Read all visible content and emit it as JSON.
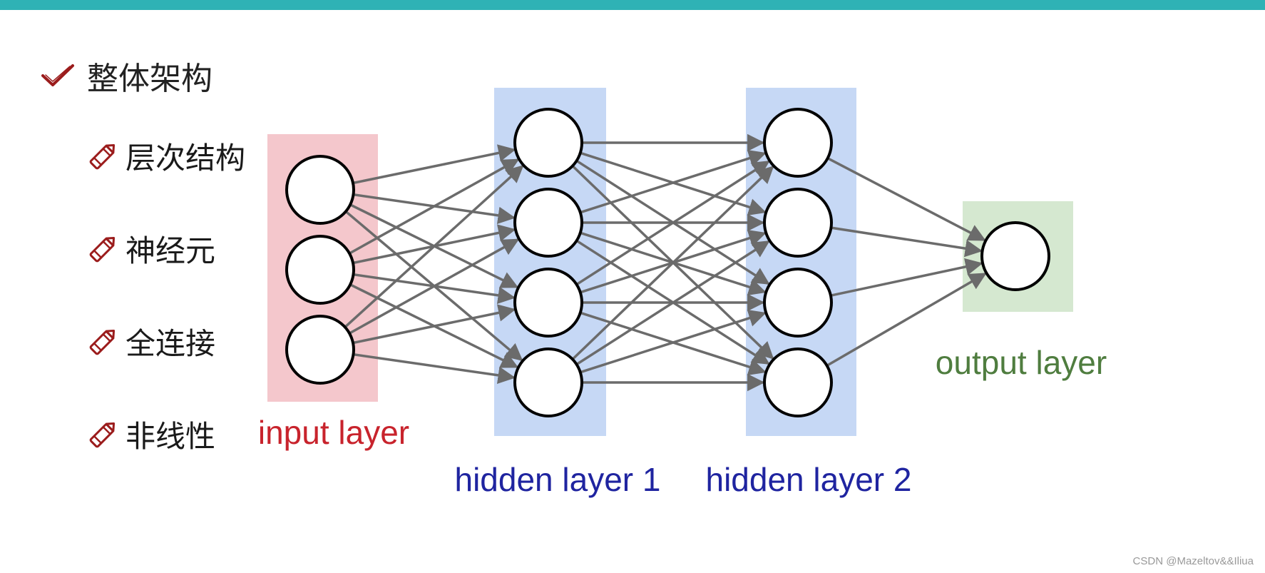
{
  "heading": {
    "title": "整体架构",
    "icon": "check-icon"
  },
  "items": [
    {
      "label": "层次结构",
      "icon": "pencil-icon"
    },
    {
      "label": "神经元",
      "icon": "pencil-icon"
    },
    {
      "label": "全连接",
      "icon": "pencil-icon"
    },
    {
      "label": "非线性",
      "icon": "pencil-icon"
    }
  ],
  "network": {
    "layers": [
      {
        "label": "input layer",
        "nodes": 3,
        "bg_color": "#f4c7cc",
        "label_color": "#c8232c"
      },
      {
        "label": "hidden layer 1",
        "nodes": 4,
        "bg_color": "#c6d8f5",
        "label_color": "#1f24a0"
      },
      {
        "label": "hidden layer 2",
        "nodes": 4,
        "bg_color": "#c6d8f5",
        "label_color": "#1f24a0"
      },
      {
        "label": "output layer",
        "nodes": 1,
        "bg_color": "#d5e8d0",
        "label_color": "#4f7d3f"
      }
    ],
    "edge_color": "#6b6b6b"
  },
  "colors": {
    "accent_bar": "#2fb2b5",
    "icon_red": "#9b1c1c"
  },
  "watermark": "CSDN @Mazeltov&&Iliua"
}
